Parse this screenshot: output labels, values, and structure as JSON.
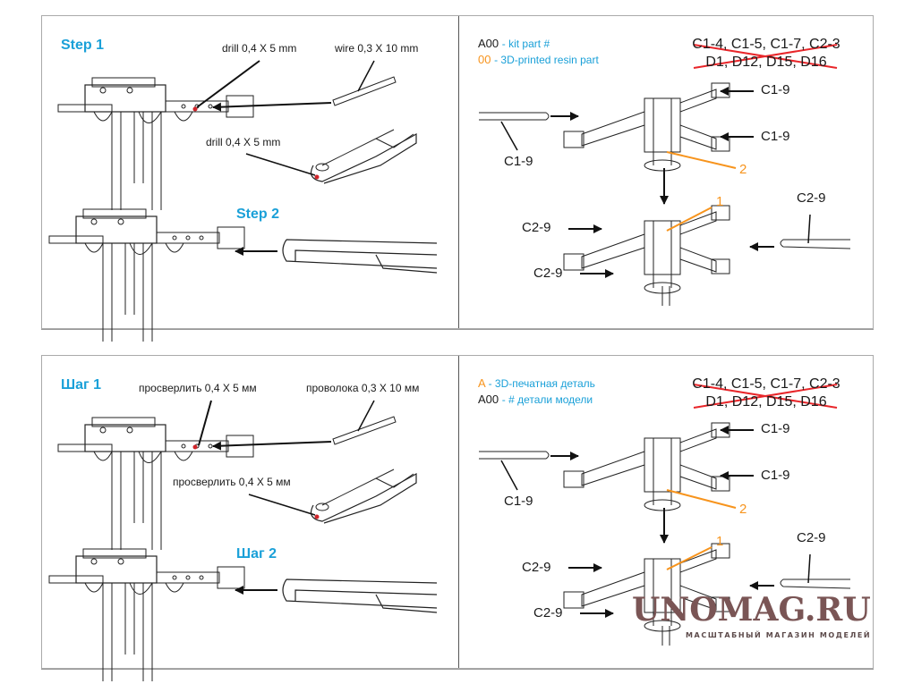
{
  "en": {
    "step1": "Step 1",
    "step2": "Step 2",
    "drill_top": "drill 0,4 X 5 mm",
    "wire": "wire 0,3 X 10 mm",
    "drill_blade": "drill 0,4 X 5 mm",
    "legend": [
      {
        "code": "A00",
        "desc": "- kit part #"
      },
      {
        "code": "00",
        "desc": "- 3D-printed resin part"
      }
    ]
  },
  "ru": {
    "step1": "Шаг 1",
    "step2": "Шаг 2",
    "drill_top": "просверлить 0,4 X 5 мм",
    "wire": "проволока 0,3 X 10 мм",
    "drill_blade": "просверлить 0,4 X 5 мм",
    "legend": [
      {
        "code": "A",
        "desc": "- 3D-печатная деталь"
      },
      {
        "code": "A00",
        "desc": "- # детали модели"
      }
    ]
  },
  "removed_parts": {
    "line1": "C1-4, C1-5, C1-7, C2-3",
    "line2": "D1, D12, D15, D16"
  },
  "callouts": {
    "upper_blade_left": "C1-9",
    "upper_right_1": "C1-9",
    "upper_right_2": "C1-9",
    "resin_upper": "2",
    "resin_lower": "1",
    "lower_left_1": "C2-9",
    "lower_left_2": "C2-9",
    "lower_blade_right": "C2-9"
  },
  "watermark": {
    "main": "UNOMAG.RU",
    "sub": "МАСШТАБНЫЙ МАГАЗИН МОДЕЛЕЙ"
  },
  "colors": {
    "heading": "#1aa0d8",
    "resin": "#f7941d",
    "strike": "#e8262a"
  }
}
